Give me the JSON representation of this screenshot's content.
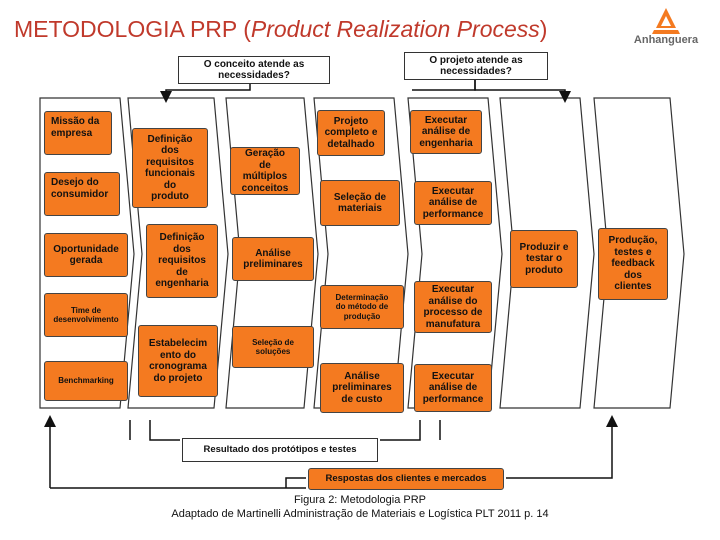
{
  "header": {
    "title_main": "METODOLOGIA PRP (",
    "title_italic": "Product Realization Process",
    "title_end": ")",
    "brand": "Anhanguera"
  },
  "colors": {
    "accent": "#f47a20",
    "title": "#c0392b"
  },
  "top_labels": {
    "conceito": "O conceito atende as\nnecessidades?",
    "projeto": "O projeto atende as\nnecessidades?"
  },
  "col1": [
    "Missão da\nempresa",
    "Desejo do\nconsumidor",
    "Oportunidade\ngerada",
    "Time de\ndesenvolvimento",
    "Benchmarking"
  ],
  "col2": [
    "Definição\ndos\nrequisitos\nfuncionais\ndo\nproduto",
    "Definição\ndos\nrequisitos\nde\nengenharia",
    "Estabelecim\nento do\ncronograma\ndo projeto"
  ],
  "col3": [
    "Geração\nde\nmúltiplos\nconceitos",
    "Análise\npreliminares",
    "Seleção de\nsoluções"
  ],
  "col4": [
    "Projeto\ncompleto e\ndetalhado",
    "Seleção de\nmateriais",
    "Determinação\ndo método de\nprodução",
    "Análise\npreliminares\nde custo"
  ],
  "col5": [
    "Executar\nanálise de\nengenharia",
    "Executar\nanálise de\nperformance",
    "Executar\nanálise do\nprocesso de\nmanufatura",
    "Executar\nanálise de\nperformance"
  ],
  "col6": "Produzir e\ntestar o\nproduto",
  "col7": "Produção,\ntestes e\nfeedback\ndos\nclientes",
  "bottom": {
    "resultado": "Resultado dos protótipos e testes",
    "respostas": "Respostas dos clientes e mercados"
  },
  "caption": {
    "line1": "Figura 2: Metodologia PRP",
    "line2": "Adaptado de Martinelli Administração de Materiais e Logística PLT 2011 p. 14"
  }
}
